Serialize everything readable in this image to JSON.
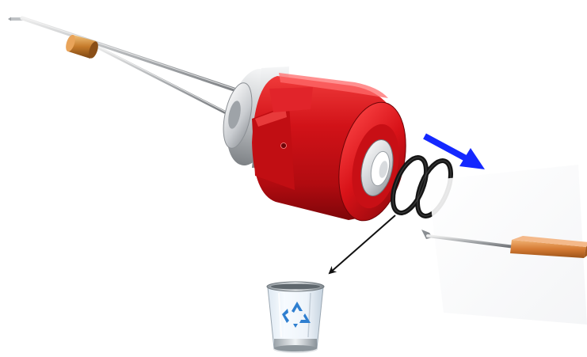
{
  "figure": {
    "description_kind": "exploded-assembly-illustration",
    "parts": [
      {
        "name": "probe-needle",
        "color": "#c9cbcd"
      },
      {
        "name": "brass-ferrule",
        "color": "#c8842f"
      },
      {
        "name": "red-cylinder-housing",
        "color": "#d8141b"
      },
      {
        "name": "steel-back-collar",
        "color": "#d6d8da"
      },
      {
        "name": "o-ring-pair",
        "color": "#151515"
      },
      {
        "name": "pick-tool",
        "color": "#d9823c"
      },
      {
        "name": "recycle-bin",
        "color": "#3a8fd6"
      }
    ],
    "arrows": [
      {
        "name": "removal-direction-arrow",
        "color": "#1428ff"
      },
      {
        "name": "discard-arrow",
        "color": "#111111"
      }
    ],
    "icons": [
      "recycle-bin-icon",
      "recycle-symbol-icon"
    ]
  }
}
